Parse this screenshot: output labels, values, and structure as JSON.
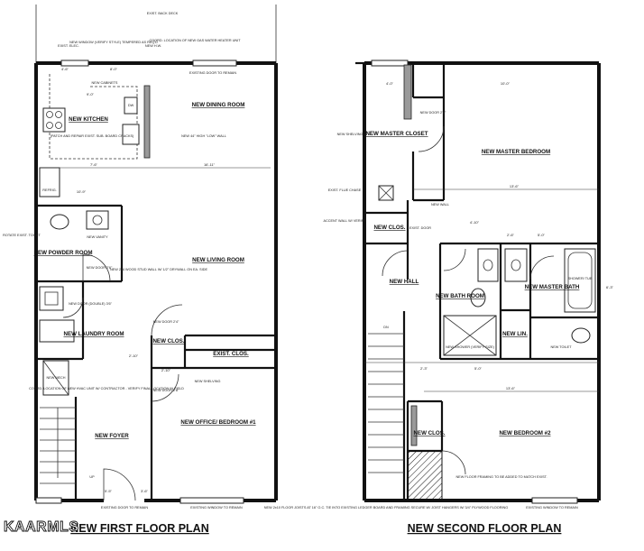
{
  "watermark": "KAARMLS",
  "first_floor": {
    "title": "NEW FIRST FLOOR PLAN",
    "rooms": {
      "kitchen": "NEW KITCHEN",
      "dining": "NEW DINING ROOM",
      "living": "NEW LIVING ROOM",
      "powder": "NEW POWDER ROOM",
      "laundry": "NEW LAUNDRY ROOM",
      "closet": "NEW CLOS.",
      "exist_closet": "EXIST. CLOS.",
      "foyer": "NEW FOYER",
      "office": "NEW OFFICE/ BEDROOM #1"
    },
    "notes": {
      "exist_back_deck": "EXIST. BACK DECK",
      "exist_elec": "EXIST. ELEC.",
      "new_window": "NEW WINDOW (VERIFY STYLE) TEMPERED AS REQ'D",
      "new_hw": "NEW H.W.",
      "coord_water_heater": "COORD. LOCATION OF NEW GAS WATER HEATER UNIT",
      "existing_door_remain": "EXISTING DOOR TO REMAIN",
      "new_cabinets": "NEW CABINETS",
      "new_range": "NEW RANGE",
      "dw": "DW",
      "fridge": "REFRIG.",
      "patch_repair": "(PATCH AND REPAIR EXIST. SUB. BOARD CRACKS)",
      "low_wall": "NEW 44\" HIGH \"LOW\" WALL",
      "rotate_toilet": "ROTATE EXIST. TOILET",
      "new_vanity": "NEW VANITY",
      "new_door_26": "NEW DOOR 2'6\"",
      "new_stud_wall": "NEW 2x4 WOOD STUD WALL W/ 1/2\" DRYWALL ON EA. SIDE",
      "new_door_36": "NEW DOOR (DOUBLE) 3'6\"",
      "new_door_24": "NEW DOOR 2'4\"",
      "new_shelving": "NEW SHELVING",
      "new_door_28": "NEW DOOR 2'8\"",
      "new_mech": "NEW MECH",
      "coord_hvac": "COORD. LOCATION OF NEW HVAC UNIT W/ CONTRACTOR - VERIFY FINAL LOCATION IN FIELD",
      "up": "UP",
      "exist_door_remain2": "EXISTING DOOR TO REMAIN",
      "exist_window_remain": "EXISTING WINDOW TO REMAIN"
    },
    "dims": [
      "4'-6\"",
      "8'-0\"",
      "9'-0\"",
      "7'-6\"",
      "16'-11\"",
      "10'-9\"",
      "2'-10\"",
      "2'-10\"",
      "5'-5\"",
      "3'-6\""
    ]
  },
  "second_floor": {
    "title": "NEW SECOND FLOOR PLAN",
    "rooms": {
      "master_closet": "NEW MASTER CLOSET",
      "master_bedroom": "NEW MASTER BEDROOM",
      "clos_left": "NEW CLOS.",
      "hall": "NEW HALL",
      "bath": "NEW BATH ROOM",
      "lin": "NEW LIN.",
      "master_bath": "NEW MASTER BATH",
      "clos_lower": "NEW CLOS.",
      "bedroom2": "NEW BEDROOM #2"
    },
    "notes": {
      "new_shelving": "NEW SHELVING",
      "new_door_26": "NEW DOOR 2'6\"",
      "exist_flue": "EXIST. FLUE CHASE",
      "new_wall": "NEW WALL",
      "accent_wall": "ACCENT WALL W/ VERIFY",
      "exist_door": "EXIST. DOOR",
      "shower_tub": "SHOWER/ TUB",
      "new_shower": "NEW SHOWER (VERIFY SIZE)",
      "new_toilet": "NEW TOILET",
      "new_floor_joists": "NEW 2x10 FLOOR JOISTS AT 16\" O.C. TIE INTO EXISTING LEDGER BOARD AND FRAMING SECURE W/ JOIST HANGERS W/ 3/4\" PLYWOOD FLOORING",
      "new_floor_framing": "NEW FLOOR FRAMING TO BE ADDED TO MATCH EXIST.",
      "exist_window_remain": "EXISTING WINDOW TO REMAIN",
      "dn": "DN"
    },
    "dims": [
      "4'-0\"",
      "10'-0\"",
      "13'-6\"",
      "4'-10\"",
      "2'-6\"",
      "5'-0\"",
      "6'-3\"",
      "2'-3\"",
      "5'-0\"",
      "13'-6\""
    ]
  }
}
